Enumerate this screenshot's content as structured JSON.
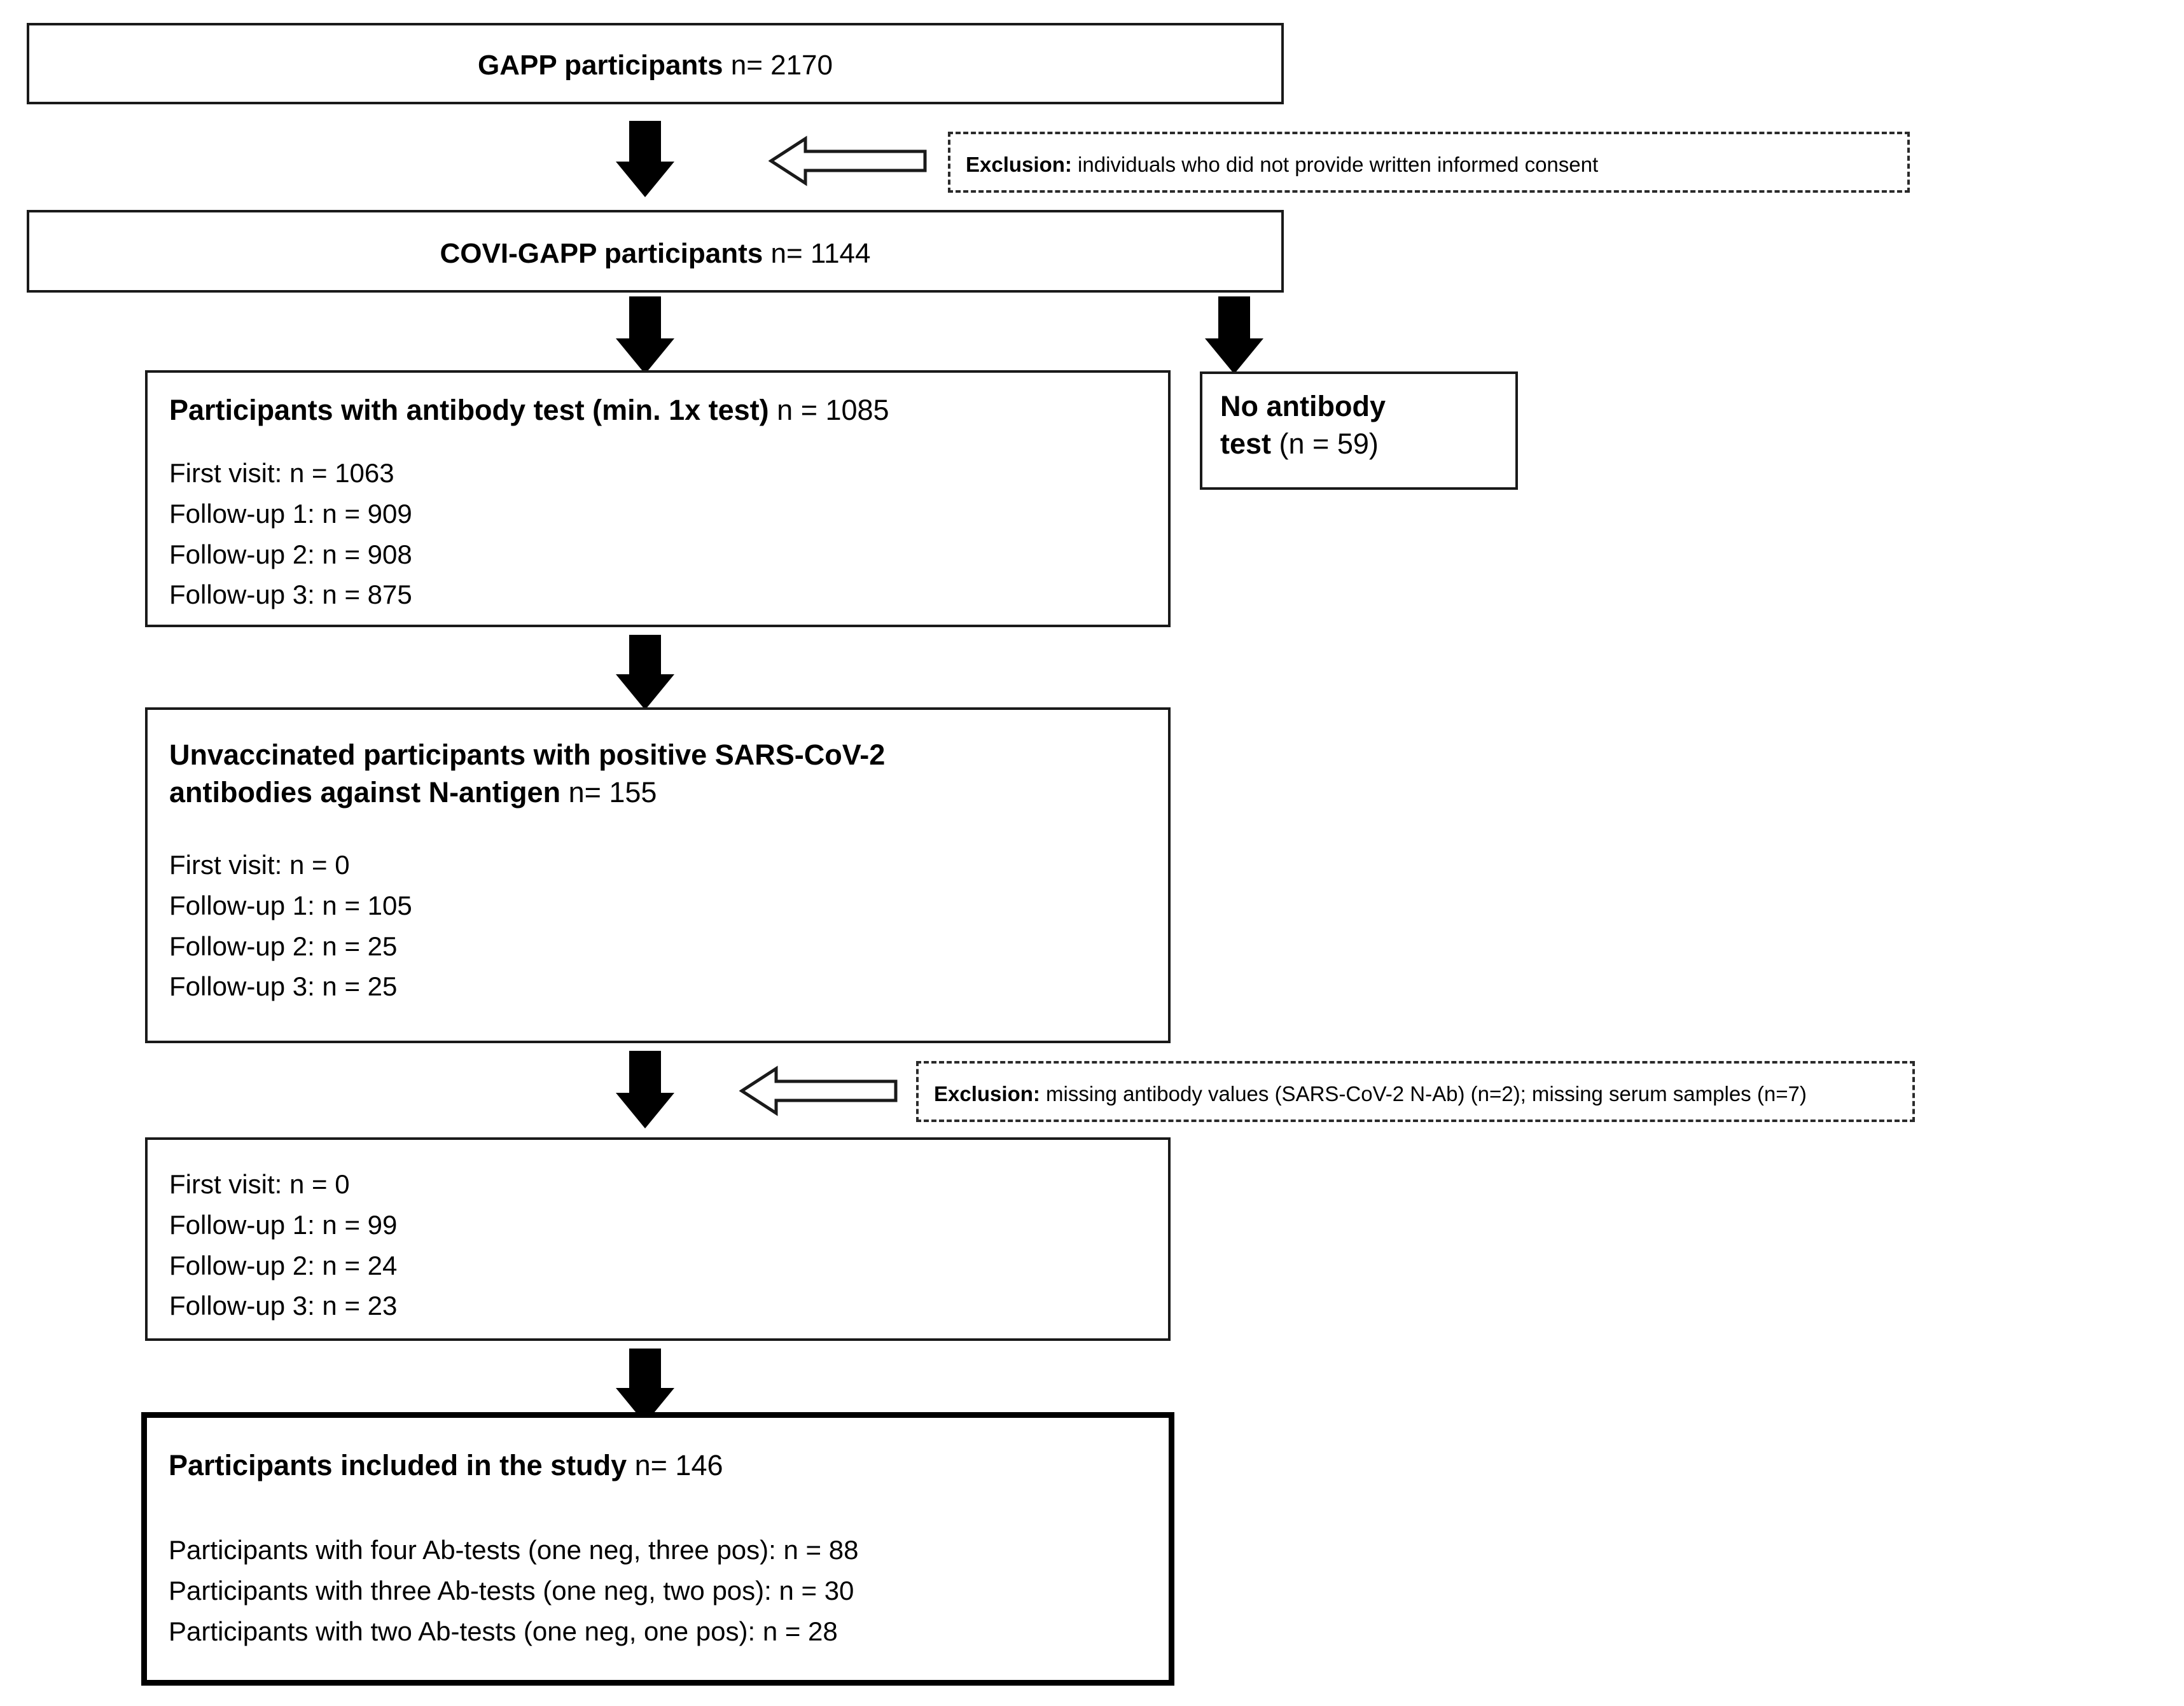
{
  "figure": {
    "type": "flowchart",
    "title": "COVI-GAPP participant selection flow"
  },
  "nodes": {
    "gapp": {
      "bold_text": "GAPP participants",
      "value_text": " n= 2170"
    },
    "covigapp": {
      "bold_text": "COVI-GAPP participants",
      "value_text": " n= 1144"
    },
    "antibody_test": {
      "header_bold": "Participants with antibody test (min. 1x test)",
      "header_value": " n = 1085",
      "lines": [
        "First visit: n = 1063",
        "Follow-up 1: n = 909",
        "Follow-up 2: n = 908",
        "Follow-up 3: n = 875"
      ]
    },
    "no_antibody_test": {
      "bold_line1": "No antibody",
      "bold_line2": "test",
      "value_text": " (n = 59)"
    },
    "unvaccinated": {
      "header_bold_line1": "Unvaccinated participants with positive SARS-CoV-2",
      "header_bold_line2": "antibodies against N-antigen",
      "header_value": " n= 155",
      "lines": [
        "First visit: n = 0",
        "Follow-up 1: n = 105",
        "Follow-up 2: n = 25",
        "Follow-up 3: n = 25"
      ]
    },
    "after_exclusion": {
      "lines": [
        "First visit: n = 0",
        "Follow-up 1: n = 99",
        "Follow-up 2: n = 24",
        "Follow-up 3: n = 23"
      ]
    },
    "included": {
      "header_bold": "Participants included in the study",
      "header_value": " n= 146",
      "lines": [
        "Participants with four Ab-tests (one neg, three pos): n = 88",
        "Participants with three Ab-tests (one neg, two pos): n = 30",
        "Participants with two Ab-tests (one neg, one pos): n = 28"
      ]
    }
  },
  "exclusions": {
    "first": {
      "label": "Exclusion:",
      "text": " individuals who did not provide written informed consent"
    },
    "second": {
      "label": "Exclusion:",
      "text": " missing antibody values (SARS-CoV-2 N-Ab) (n=2); missing serum samples (n=7)"
    }
  },
  "colors": {
    "stroke": "#1a1a1a",
    "fill": "#ffffff",
    "text": "#000000",
    "arrow": "#000000"
  }
}
